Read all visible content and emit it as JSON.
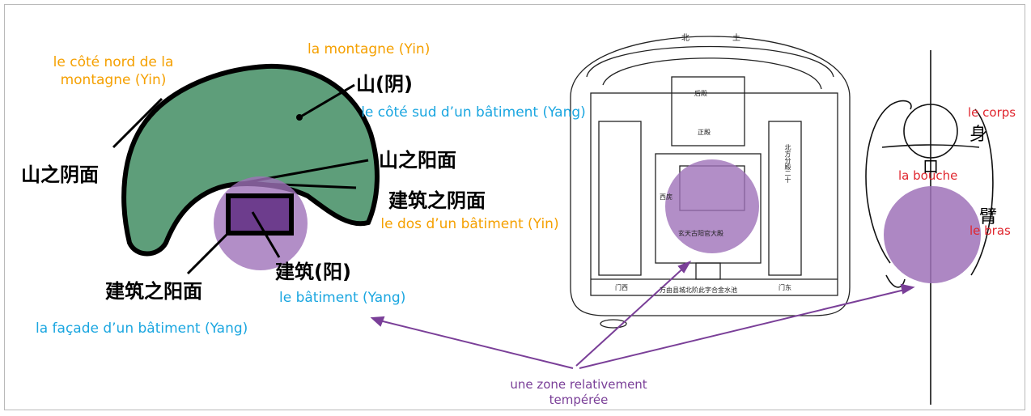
{
  "colors": {
    "orange": "#f5a000",
    "blue": "#1aa6e0",
    "red": "#e0262e",
    "purple": "#7a3f98",
    "mountain_fill": "#5e9e7a",
    "circle_fill": "#9f72b9"
  },
  "mountain": {
    "north_side_fr": "le côté nord de la montagne (Yin)",
    "mountain_fr": "la montagne (Yin)",
    "south_of_building_fr": "le côté sud d’un bâtiment (Yang)",
    "back_of_building_fr": "le dos d’un bâtiment (Yin)",
    "building_fr": "le bâtiment (Yang)",
    "facade_fr": "la façade d’un bâtiment (Yang)",
    "mountain_zh": "山(阴)",
    "mountain_yin_side_zh": "山之阴面",
    "mountain_yang_side_zh": "山之阳面",
    "building_yin_side_zh": "建筑之阴面",
    "building_zh": "建筑(阳)",
    "building_yang_side_zh": "建筑之阳面"
  },
  "plan": {
    "top_label": "北",
    "top_label2": "土",
    "gate_bottom": "万由县城北阶此字合金水池",
    "inner_row": "玄天古阳官大殿",
    "hall_top": "后殿",
    "hall_mid": "正殿",
    "right_col": "北方分殿二十",
    "side_left": "西庑",
    "side_bottom_l": "门西",
    "side_bottom_r": "门东"
  },
  "body": {
    "corps_fr": "le corps",
    "corps_zh": "身",
    "bouche_fr": "la bouche",
    "bouche_zh": "口",
    "bras_fr": "le bras",
    "bras_zh": "臂"
  },
  "zone": {
    "line1": "une zone relativement",
    "line2": "tempérée"
  }
}
